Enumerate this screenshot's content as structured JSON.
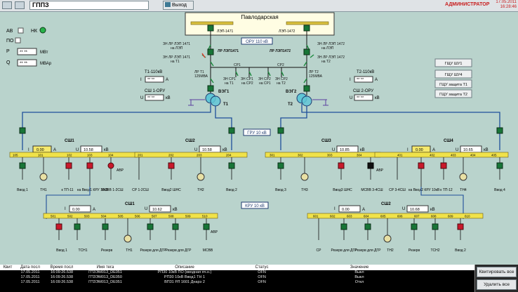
{
  "app": {
    "title": "ГППЗ",
    "exit_label": "Выход",
    "user": "АДМИНИСТРАТОР",
    "date": "17.05.2011",
    "time": "16:28:46"
  },
  "legend": {
    "av": "АВ",
    "po": "ПО",
    "nk": "НК",
    "p_label": "P",
    "p_value": "** **",
    "p_unit": "МВт",
    "q_label": "Q",
    "q_value": "** **",
    "q_unit": "МВАр"
  },
  "top": {
    "station": "Павлодарская",
    "line1": "ЛЭП-1471",
    "line2": "ЛЭП-1472",
    "oru": "ОРУ 110 кВ",
    "zn_lr_1471": "ЗН ЛР ЛЭП 1471",
    "zn_lr_1471_sub": "на ЛЭП",
    "zn_lr_1472": "ЗН ЛР ЛЭП 1472",
    "zn_lr_1472_sub": "на ЛЭП",
    "lr_1471": "ЛР ЛЭП1471",
    "lr_1472": "ЛР ЛЭП1472",
    "zn_t1": "ЗН ЛР ЛЭП 1471",
    "zn_t1_sub": "на Т1",
    "zn_t2": "ЗН ЛР ЛЭП 1472",
    "zn_t2_sub": "на Т2",
    "sr1": "СР1",
    "sr2": "СР2",
    "zn_sr1_t1": "ЗН СР1",
    "zn_sr1_t1_sub": "на Т1",
    "zn_sr1_cp2": "ЗН СР1",
    "zn_sr1_cp2_sub": "на СР2",
    "zn_sr2_cp1": "ЗН СР2",
    "zn_sr2_cp1_sub": "на СР1",
    "zn_sr2_t2": "ЗН СР2",
    "zn_sr2_t2_sub": "на Т2",
    "lr_t1": "ЛР Т1",
    "lr_t1_sub": "125МВА",
    "lr_t2": "ЛР Т2",
    "lr_t2_sub": "125МВА",
    "vvg1": "ВЭГ1",
    "vvg2": "ВЭГ2",
    "t1": "Т1",
    "t2": "Т2",
    "t1_side": "Т1-110кВ",
    "t2_side": "Т2-110кВ",
    "i_label": "I",
    "i_value": "** **",
    "a_unit": "A",
    "u_label": "U",
    "u_value": "** **",
    "kv_unit": "кВ",
    "sh1_oru": "СШ 1-ОРУ",
    "sh2_oru": "СШ 2-ОРУ"
  },
  "panel_buttons": [
    "ГЩУ ШУ1",
    "ГЩУ ШУ4",
    "ГЩУ защита Т1",
    "ГЩУ защита Т2"
  ],
  "gru": {
    "label": "ГРУ 10 кВ",
    "sh1": {
      "name": "СШ1",
      "i": "0.00",
      "u": "10.58",
      "cells": [
        "105",
        "101",
        "102",
        "103",
        "104"
      ]
    },
    "sh2": {
      "name": "СШ2",
      "u": "10.58",
      "cells": [
        "201",
        "202",
        "203",
        "204"
      ]
    },
    "sh3": {
      "name": "СШ3",
      "u": "10.85",
      "cells": [
        "301",
        "302",
        "303",
        "304"
      ]
    },
    "sh4": {
      "name": "СШ4",
      "i": "0.00",
      "u": "10.65",
      "cells": [
        "401",
        "402",
        "403",
        "404",
        "405"
      ]
    },
    "feeders": [
      "Ввод 1",
      "ТН1",
      "к ТП-11",
      "на Ввод1 КРУ 10кВ",
      "МСВВ 1-2СШ",
      "СР 1-2СШ",
      "Ввод2 ШНС",
      "ТН2",
      "Ввод 2",
      "Ввод 3",
      "ТН3",
      "Ввод3 ШНС",
      "МСВВ 3-4СШ",
      "СР 3-4СШ",
      "на Ввод2 КРУ 10кВ",
      "к ТП-12",
      "ТН4",
      "Ввод 4"
    ],
    "avr": "АВР"
  },
  "kru": {
    "label": "КРУ 10 кВ",
    "sh1": {
      "name": "СШ1",
      "i": "0.00",
      "u": "10.62",
      "cells": [
        "501",
        "502",
        "503",
        "504",
        "505",
        "506",
        "507",
        "508",
        "509",
        "510"
      ]
    },
    "sh2": {
      "name": "СШ2",
      "i": "0.00",
      "u": "10.68",
      "cells": [
        "601",
        "602",
        "603",
        "604",
        "605",
        "606",
        "607",
        "608",
        "609",
        "610"
      ]
    },
    "feeders1": [
      "Ввод 1",
      "ТСН1",
      "Резерв",
      "ТН1",
      "Резерв для ДГР",
      "Резерв для ДГР",
      "МСВВ"
    ],
    "feeders2": [
      "СР",
      "Резерв для ДГР",
      "Резерв для ДГР",
      "ТН2",
      "Резерв",
      "ТСН2",
      "Ввод 2"
    ],
    "avr": "АВР"
  },
  "events": {
    "headers": [
      "Квит",
      "Дата посл",
      "Время посл",
      "Имя тега",
      "Описание",
      "Статус",
      "Значение"
    ],
    "rows": [
      [
        "",
        "17.05.2011",
        "16:09:26.538",
        "ГПЗЭМ013_DE051",
        "РП30 10кВ ПО (вводная яч.н.)",
        "OFN",
        "Выкл"
      ],
      [
        "",
        "17.05.2011",
        "16:09:26.538",
        "ГПЗЭМ013_DE050",
        "РП30 10кВ Ввод1 ТН 1",
        "OFN",
        "Выкл"
      ],
      [
        "",
        "17.05.2011",
        "16:09:26.538",
        "ГПЗЭМ013_DE051",
        "ВП31 РЛ 1601 Днарэ 2",
        "OFN",
        "Откл"
      ]
    ]
  },
  "side_buttons": [
    "Квитировать все",
    "Удалить все"
  ]
}
